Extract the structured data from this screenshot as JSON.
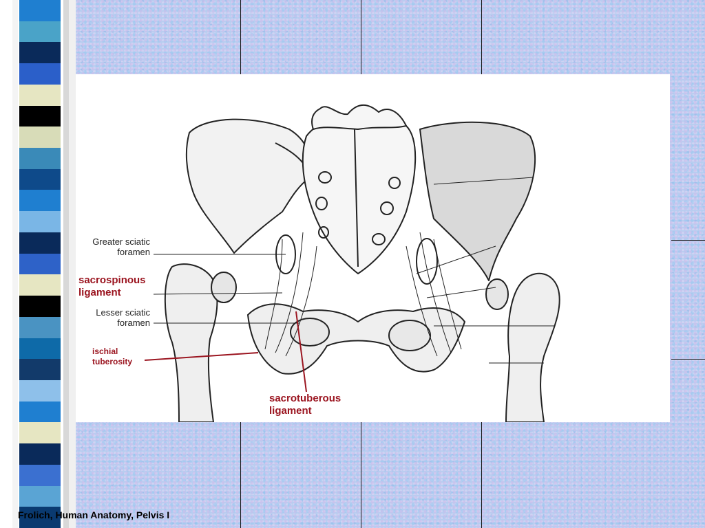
{
  "slide": {
    "footer_text": "Frolich, Human Anatomy, Pelvis I",
    "colors": {
      "background": "#b8cdf0",
      "label_red": "#9b1520",
      "stripes": [
        "#1f7fd0",
        "#4aa3c8",
        "#0a2a5a",
        "#2b5fc9",
        "#e6e6c2",
        "#000000",
        "#d8dcb8",
        "#3a8ab8",
        "#0e4a8a",
        "#1f7fd0",
        "#7ab6e6",
        "#0a2a5a",
        "#2e62c8",
        "#e6e6c2",
        "#000000",
        "#4a93c2",
        "#0e6aa8",
        "#123a6a",
        "#8ec0ea",
        "#1f7fd0",
        "#e6e6c2",
        "#0a2a5a",
        "#3b70d0",
        "#5aa4d4",
        "#0a3a70"
      ]
    },
    "labels": {
      "greater_sciatic": "Greater sciatic",
      "greater_sciatic_2": "foramen",
      "sacrospinous": "sacrospinous",
      "sacrospinous_2": "ligament",
      "lesser_sciatic": "Lesser sciatic",
      "lesser_sciatic_2": "foramen",
      "ischial": "ischial",
      "ischial_2": "tuberosity",
      "sacrotuberous": "sacrotuberous",
      "sacrotuberous_2": "ligament"
    }
  }
}
